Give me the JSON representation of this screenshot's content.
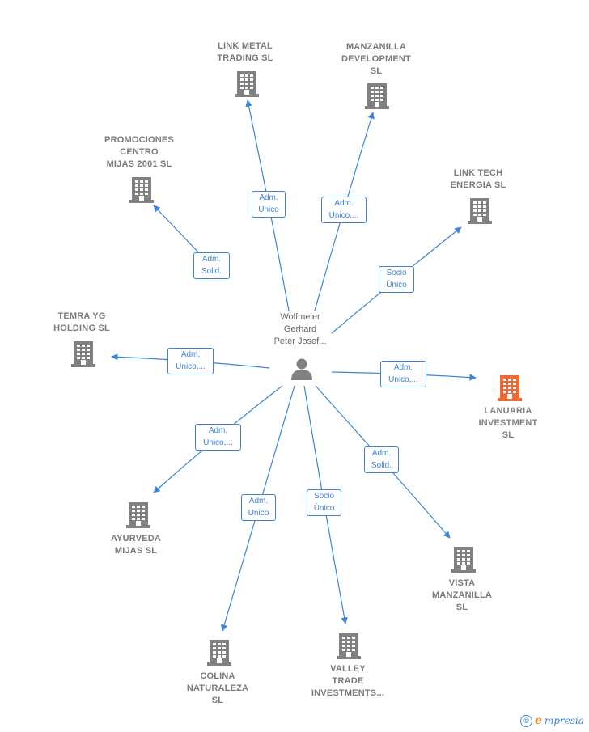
{
  "center": {
    "name": "Wolfmeier\nGerhard\nPeter Josef...",
    "icon": "person-icon"
  },
  "companies": [
    {
      "id": "link-metal-trading",
      "name": "LINK METAL\nTRADING  SL",
      "icon": "building-icon",
      "highlight": false
    },
    {
      "id": "manzanilla-development",
      "name": "MANZANILLA\nDEVELOPMENT\nSL",
      "icon": "building-icon",
      "highlight": false
    },
    {
      "id": "promociones-centro",
      "name": "PROMOCIONES\nCENTRO\nMIJAS 2001 SL",
      "icon": "building-icon",
      "highlight": false
    },
    {
      "id": "link-tech-energia",
      "name": "LINK TECH\nENERGIA  SL",
      "icon": "building-icon",
      "highlight": false
    },
    {
      "id": "temra-yg-holding",
      "name": "TEMRA YG\nHOLDING  SL",
      "icon": "building-icon",
      "highlight": false
    },
    {
      "id": "lanuaria-investment",
      "name": "LANUARIA\nINVESTMENT\nSL",
      "icon": "building-icon",
      "highlight": true
    },
    {
      "id": "ayurveda-mijas",
      "name": "AYURVEDA\nMIJAS  SL",
      "icon": "building-icon",
      "highlight": false
    },
    {
      "id": "vista-manzanilla",
      "name": "VISTA\nMANZANILLA\nSL",
      "icon": "building-icon",
      "highlight": false
    },
    {
      "id": "colina-naturaleza",
      "name": "COLINA\nNATURALEZA\nSL",
      "icon": "building-icon",
      "highlight": false
    },
    {
      "id": "valley-trade",
      "name": "VALLEY\nTRADE\nINVESTMENTS...",
      "icon": "building-icon",
      "highlight": false
    }
  ],
  "edges": [
    {
      "target": "link-metal-trading",
      "label": "Adm.\nUnico"
    },
    {
      "target": "manzanilla-development",
      "label": "Adm.\nUnico,..."
    },
    {
      "target": "promociones-centro",
      "label": "Adm.\nSolid."
    },
    {
      "target": "link-tech-energia",
      "label": "Socio\nÚnico"
    },
    {
      "target": "temra-yg-holding",
      "label": "Adm.\nUnico,..."
    },
    {
      "target": "lanuaria-investment",
      "label": "Adm.\nUnico,..."
    },
    {
      "target": "ayurveda-mijas",
      "label": "Adm.\nUnico,..."
    },
    {
      "target": "vista-manzanilla",
      "label": "Adm.\nSolid."
    },
    {
      "target": "colina-naturaleza",
      "label": "Adm.\nUnico"
    },
    {
      "target": "valley-trade",
      "label": "Socio\nÚnico"
    }
  ],
  "colors": {
    "edge": "#3d84d6",
    "building": "#808080",
    "building_highlight": "#f06a35",
    "person": "#808080"
  },
  "footer": {
    "copyright_symbol": "©",
    "brand_initial": "e",
    "brand_rest": "mpresia"
  }
}
